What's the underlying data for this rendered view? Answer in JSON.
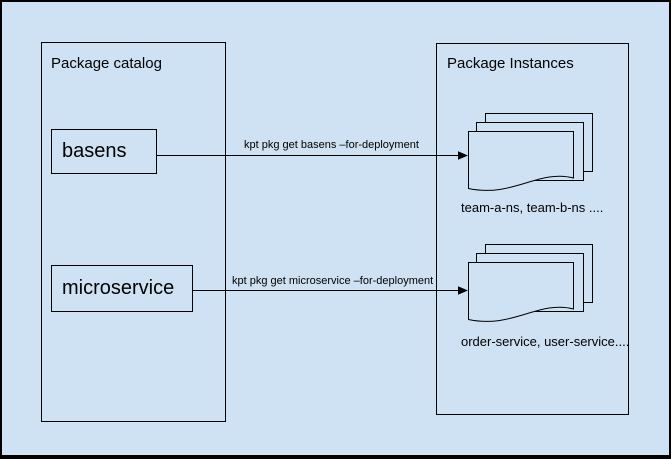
{
  "colors": {
    "background": "#cfe2f3",
    "stroke": "#000000",
    "text": "#000000"
  },
  "catalog": {
    "title": "Package catalog",
    "packages": [
      {
        "label": "basens"
      },
      {
        "label": "microservice"
      }
    ]
  },
  "instances": {
    "title": "Package Instances",
    "stacks": [
      {
        "icon": "stacked-documents-icon",
        "caption": "team-a-ns, team-b-ns ...."
      },
      {
        "icon": "stacked-documents-icon",
        "caption": "order-service, user-service...."
      }
    ]
  },
  "arrows": [
    {
      "label": "kpt pkg get basens –for-deployment"
    },
    {
      "label": "kpt pkg get microservice –for-deployment"
    }
  ]
}
